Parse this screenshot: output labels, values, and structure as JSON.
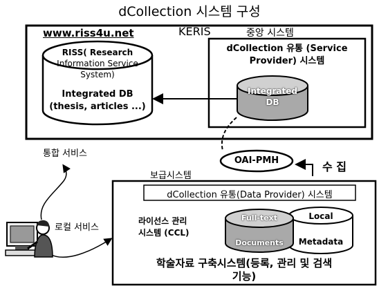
{
  "title": "dCollection 시스템 구성",
  "keris": {
    "label": "KERIS",
    "site": "www.riss4u.net",
    "central_system": "중앙 시스템",
    "riss": {
      "line1": "RISS( Research",
      "line2": "Information Service",
      "line3": "System)"
    },
    "integrated_db_left": {
      "line1": "Integrated DB",
      "line2": "(thesis, articles ...)"
    },
    "service_provider": {
      "line1": "dCollection 유통 (Service",
      "line2": "Provider) 시스템"
    },
    "integrated_db_right": {
      "line1": "Integrated",
      "line2": "DB"
    }
  },
  "oai_pmh": "OAI-PMH",
  "collect": "수 집",
  "integrated_service": "통합 서비스",
  "local_service": "로컬 서비스",
  "local_site": {
    "label": "보급시스템",
    "data_provider": "dCollection 유통(Data Provider) 시스템",
    "license": {
      "line1": "라이선스 관리",
      "line2": "시스템 (CCL)"
    },
    "fulltext": {
      "line1": "Full-text",
      "line2": "Documents"
    },
    "metadata": {
      "line1": "Local",
      "line2": "Metadata"
    },
    "build_system": {
      "line1": "학술자료 구축시스템(등록, 관리 및 검색",
      "line2": "기능)"
    }
  },
  "colors": {
    "db_fill": "#a9a9a9",
    "db_top": "#d0d0d0",
    "line": "#000000"
  }
}
